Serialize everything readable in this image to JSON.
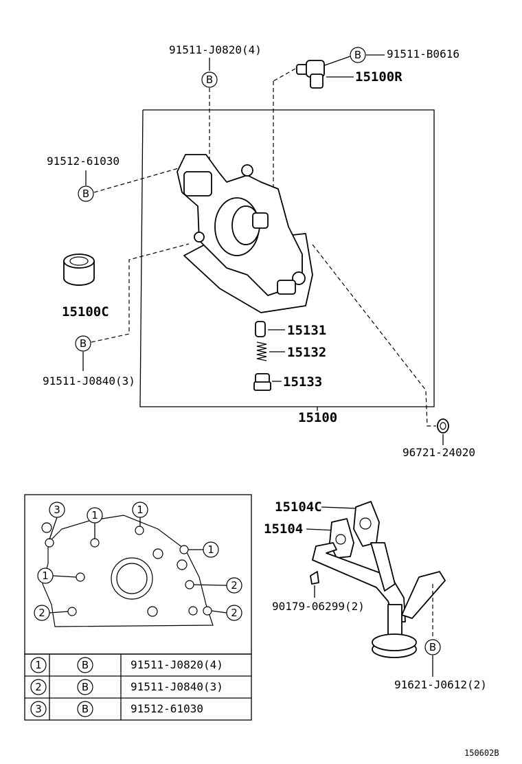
{
  "top": {
    "labels": {
      "bolt_a": "91511-J0820(4)",
      "bolt_b": "91511-B0616",
      "sensor": "15100R",
      "bolt_c": "91512-61030",
      "seal": "15100C",
      "bolt_d": "91511-J0840(3)",
      "valve": "15131",
      "spring": "15132",
      "plug": "15133",
      "pump_assy": "15100",
      "oring": "96721-24020"
    },
    "callout_letter": "B"
  },
  "bottom": {
    "labels": {
      "gasket_c": "15104C",
      "strainer": "15104",
      "nut": "90179-06299(2)",
      "bolt_e": "91621-J0612(2)"
    },
    "callout_letter": "B"
  },
  "legend": {
    "pos_labels": [
      "1",
      "2",
      "3"
    ],
    "rows": [
      {
        "num": "1",
        "letter": "B",
        "part": "91511-J0820(4)"
      },
      {
        "num": "2",
        "letter": "B",
        "part": "91511-J0840(3)"
      },
      {
        "num": "3",
        "letter": "B",
        "part": "91512-61030"
      }
    ]
  },
  "footer": {
    "code": "150602B"
  }
}
